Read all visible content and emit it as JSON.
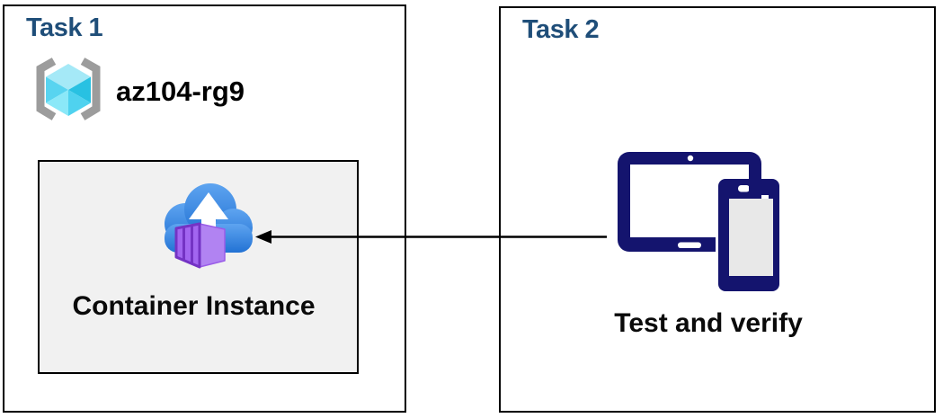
{
  "task1": {
    "title": "Task 1",
    "resource_group": {
      "icon": "resource-group-icon",
      "name": "az104-rg9"
    },
    "container_box": {
      "icon": "container-instance-icon",
      "label": "Container Instance"
    }
  },
  "task2": {
    "title": "Task 2",
    "devices_icon": "tablet-phone-icon",
    "label": "Test and verify"
  },
  "connector": {
    "type": "arrow",
    "direction": "right-to-left",
    "from": "task2-devices",
    "to": "task1-container-instance"
  },
  "colors": {
    "title_text": "#1F4E79",
    "body_text": "#0A0A0A",
    "box_border": "#000000",
    "inner_box_fill": "#F1F1F1",
    "device_navy": "#14146E",
    "device_screen_gray": "#E8E8E8",
    "cloud_blue_top": "#5EA4F0",
    "cloud_blue_bottom": "#2272D4",
    "container_purple": "#A265F0",
    "container_purple_light": "#B183F2",
    "container_purple_dark": "#7433C4",
    "cube_pale": "#A5E9F7",
    "cube_bright_left": "#58D4F0",
    "cube_light_left": "#8BE8F8",
    "cube_dark_right": "#28C1E2",
    "cube_mid_right": "#4FD2EF",
    "bracket_gray": "#9C9C9C"
  }
}
